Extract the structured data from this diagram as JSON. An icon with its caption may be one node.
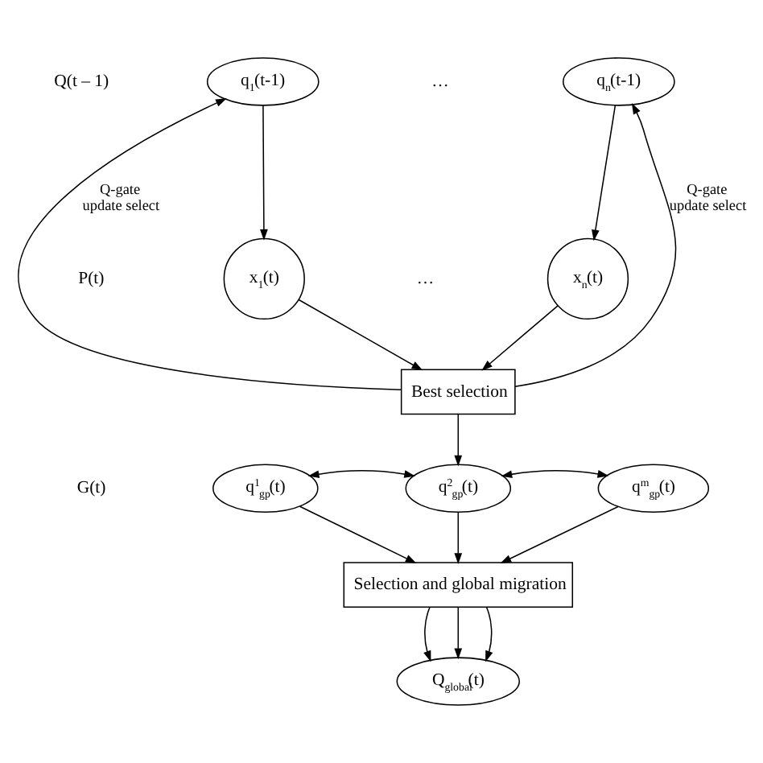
{
  "diagram": {
    "nodes": [
      {
        "text": [
          "q$_{1}$(t-1)"
        ]
      },
      {
        "text": [
          "q$_{n}$(t-1)"
        ]
      },
      {
        "text": [
          "x$_{1}$(t)"
        ]
      },
      {
        "text": [
          "x$_{n}$(t)"
        ]
      },
      {
        "text": [
          "Best selection"
        ]
      },
      {
        "text": [
          "q$^{1}$$_{gp}$(t)"
        ]
      },
      {
        "text": [
          "q$^{2}$$_{gp}$(t)"
        ]
      },
      {
        "text": [
          "q$^{m}$$_{gp}$(t)"
        ]
      },
      {
        "text": [
          "Selection and global migration"
        ]
      },
      {
        "text": [
          "Q$_{global}$(t)"
        ]
      }
    ],
    "edges": [
      {
        "from": 0,
        "to": 2,
        "arrow": "to"
      },
      {
        "from": 1,
        "to": 3,
        "arrow": "to"
      },
      {
        "from": 2,
        "to": 4,
        "arrow": "to"
      },
      {
        "from": 3,
        "to": 4,
        "arrow": "to"
      },
      {
        "from": 4,
        "to": 0,
        "arrow": "to",
        "label": "Q-gate update select"
      },
      {
        "from": 4,
        "to": 1,
        "arrow": "to",
        "label": "Q-gate update select"
      },
      {
        "from": 4,
        "to": 6,
        "arrow": "to"
      },
      {
        "from": 5,
        "to": 6,
        "arrow": "both"
      },
      {
        "from": 6,
        "to": 7,
        "arrow": "both"
      },
      {
        "from": 5,
        "to": 8,
        "arrow": "to"
      },
      {
        "from": 6,
        "to": 8,
        "arrow": "to"
      },
      {
        "from": 7,
        "to": 8,
        "arrow": "to"
      },
      {
        "from": 8,
        "to": 9,
        "arrow": "to"
      },
      {
        "from": 8,
        "to": 9,
        "arrow": "to"
      },
      {
        "from": 8,
        "to": 9,
        "arrow": "to"
      }
    ],
    "labels": [
      "Q(t – 1)",
      "…",
      "P(t)",
      "…",
      "G(t)"
    ]
  }
}
